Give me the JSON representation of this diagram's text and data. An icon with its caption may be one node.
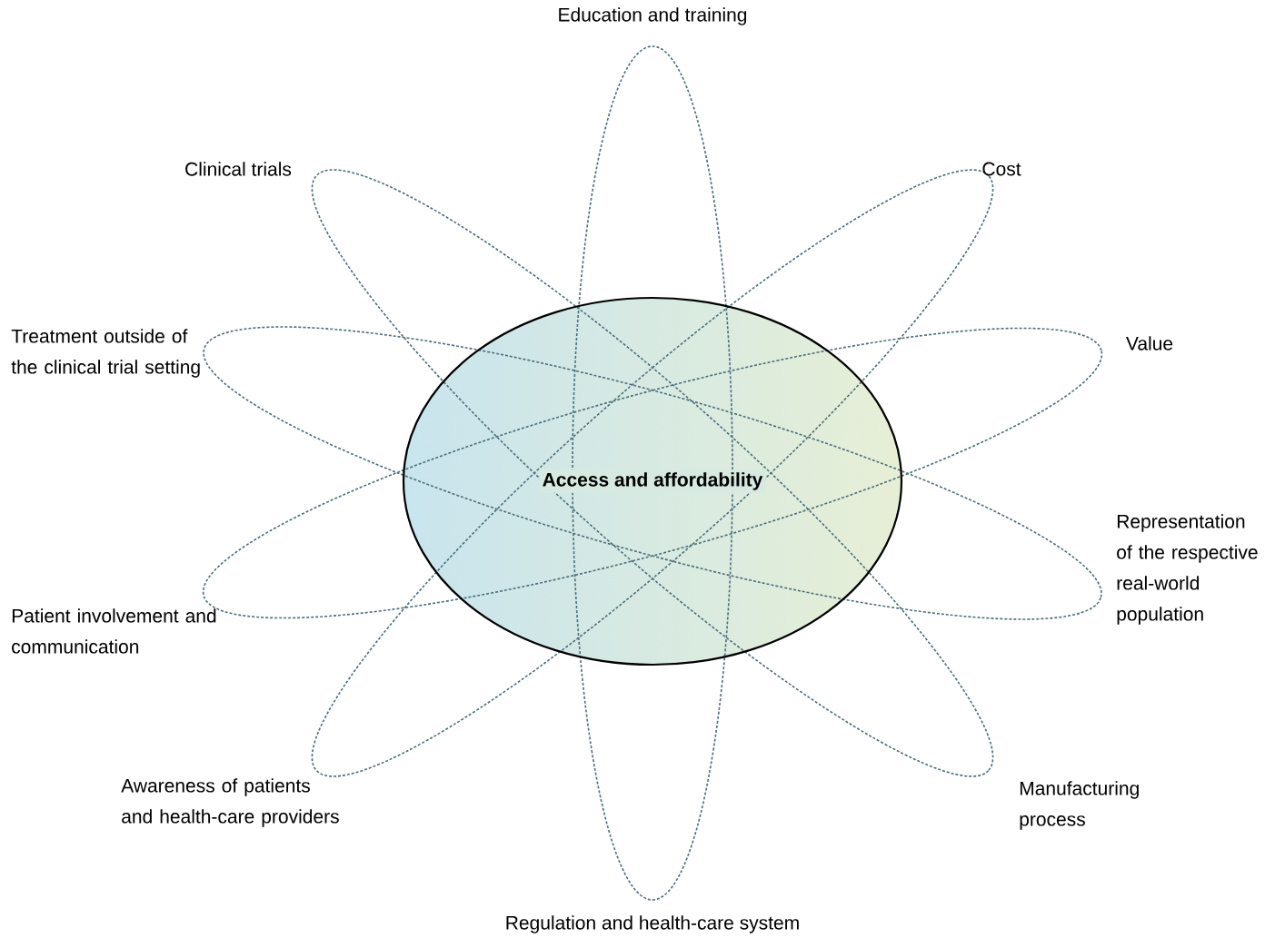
{
  "diagram": {
    "nodes": [
      {
        "text": [
          "Access and affordability"
        ]
      }
    ],
    "labels": [
      "Education and training",
      "Clinical trials",
      "Cost",
      "Treatment outside of the clinical trial setting",
      "Value",
      "Representation of the respective real-world population",
      "Patient involvement and communication",
      "Awareness of patients and health-care providers",
      "Manufacturing process",
      "Regulation and health-care system"
    ]
  }
}
